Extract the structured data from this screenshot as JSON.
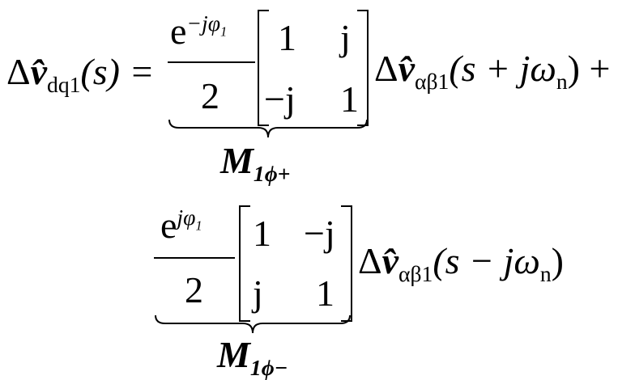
{
  "equation": {
    "lhs": {
      "delta": "Δ",
      "var": "v̂",
      "sub": "dq1",
      "arg": "(s) ="
    },
    "term1": {
      "num_base": "e",
      "num_exp": "−jφ",
      "num_exp_sub": "1",
      "den": "2",
      "matrix": [
        [
          "1",
          "j"
        ],
        [
          "−j",
          "1"
        ]
      ],
      "rhs_delta": "Δ",
      "rhs_var": "v̂",
      "rhs_sub": "αβ1",
      "rhs_arg": "(s + jω",
      "rhs_arg_sub": "n",
      "rhs_close": ") +",
      "brace_label": "M",
      "brace_label_sub": "1ϕ+"
    },
    "term2": {
      "num_base": "e",
      "num_exp": "jφ",
      "num_exp_sub": "1",
      "den": "2",
      "matrix": [
        [
          "1",
          "−j"
        ],
        [
          "j",
          "1"
        ]
      ],
      "rhs_delta": "Δ",
      "rhs_var": "v̂",
      "rhs_sub": "αβ1",
      "rhs_arg": "(s − jω",
      "rhs_arg_sub": "n",
      "rhs_close": ")",
      "brace_label": "M",
      "brace_label_sub": "1ϕ−"
    }
  }
}
